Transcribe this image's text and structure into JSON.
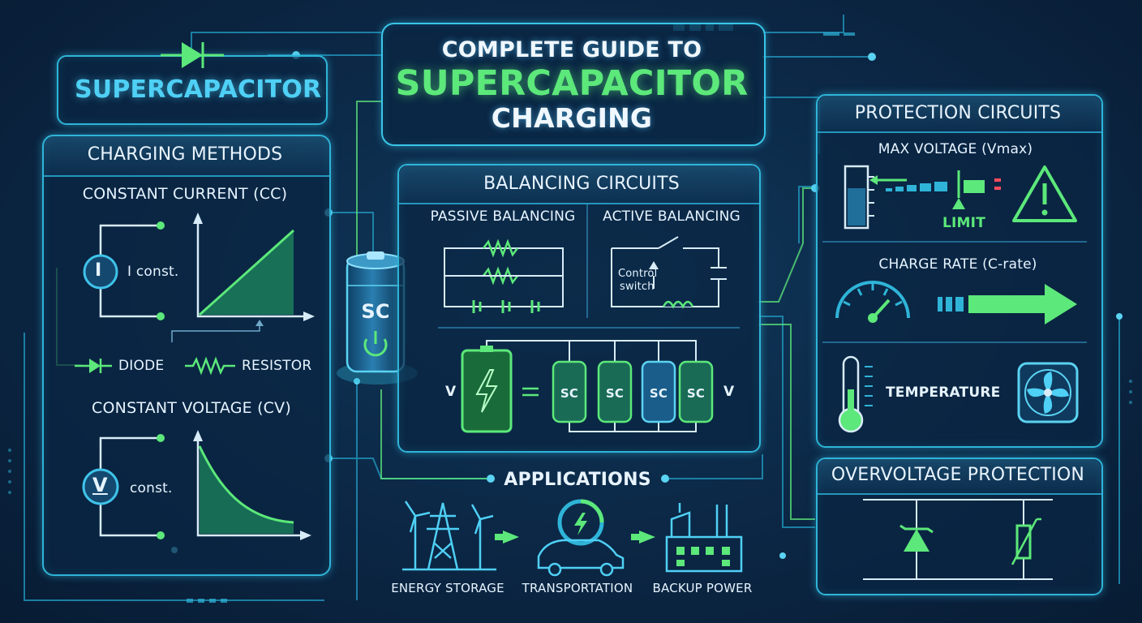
{
  "title": {
    "line1": "COMPLETE GUIDE TO",
    "line2": "SUPERCAPACITOR",
    "line3": "CHARGING"
  },
  "logo": {
    "label": "SUPERCAPACITOR"
  },
  "charging_methods": {
    "heading": "CHARGING METHODS",
    "cc_title": "CONSTANT CURRENT (CC)",
    "cc_symbol": "I",
    "cc_label": "I const.",
    "diode": "DIODE",
    "resistor": "RESISTOR",
    "cv_title": "CONSTANT VOLTAGE (CV)",
    "cv_symbol": "V",
    "cv_label": "const."
  },
  "center_cap": {
    "label": "SC"
  },
  "balancing": {
    "heading": "BALANCING CIRCUITS",
    "passive": "PASSIVE BALANCING",
    "active": "ACTIVE BALANCING",
    "control_line1": "Control",
    "control_line2": "switch",
    "v_left": "V",
    "v_right": "V",
    "cells": [
      "SC",
      "SC",
      "SC",
      "SC"
    ]
  },
  "applications": {
    "heading": "APPLICATIONS",
    "items": [
      "ENERGY STORAGE",
      "TRANSPORTATION",
      "BACKUP POWER"
    ]
  },
  "protection": {
    "heading": "PROTECTION CIRCUITS",
    "max_voltage": "MAX VOLTAGE (Vmax)",
    "limit": "LIMIT",
    "charge_rate": "CHARGE RATE (C-rate)",
    "temperature": "TEMPERATURE"
  },
  "overvoltage": {
    "heading": "OVERVOLTAGE PROTECTION"
  },
  "colors": {
    "accent_cyan": "#2fb4d8",
    "accent_green": "#5ce87a",
    "background": "#0b2340"
  }
}
